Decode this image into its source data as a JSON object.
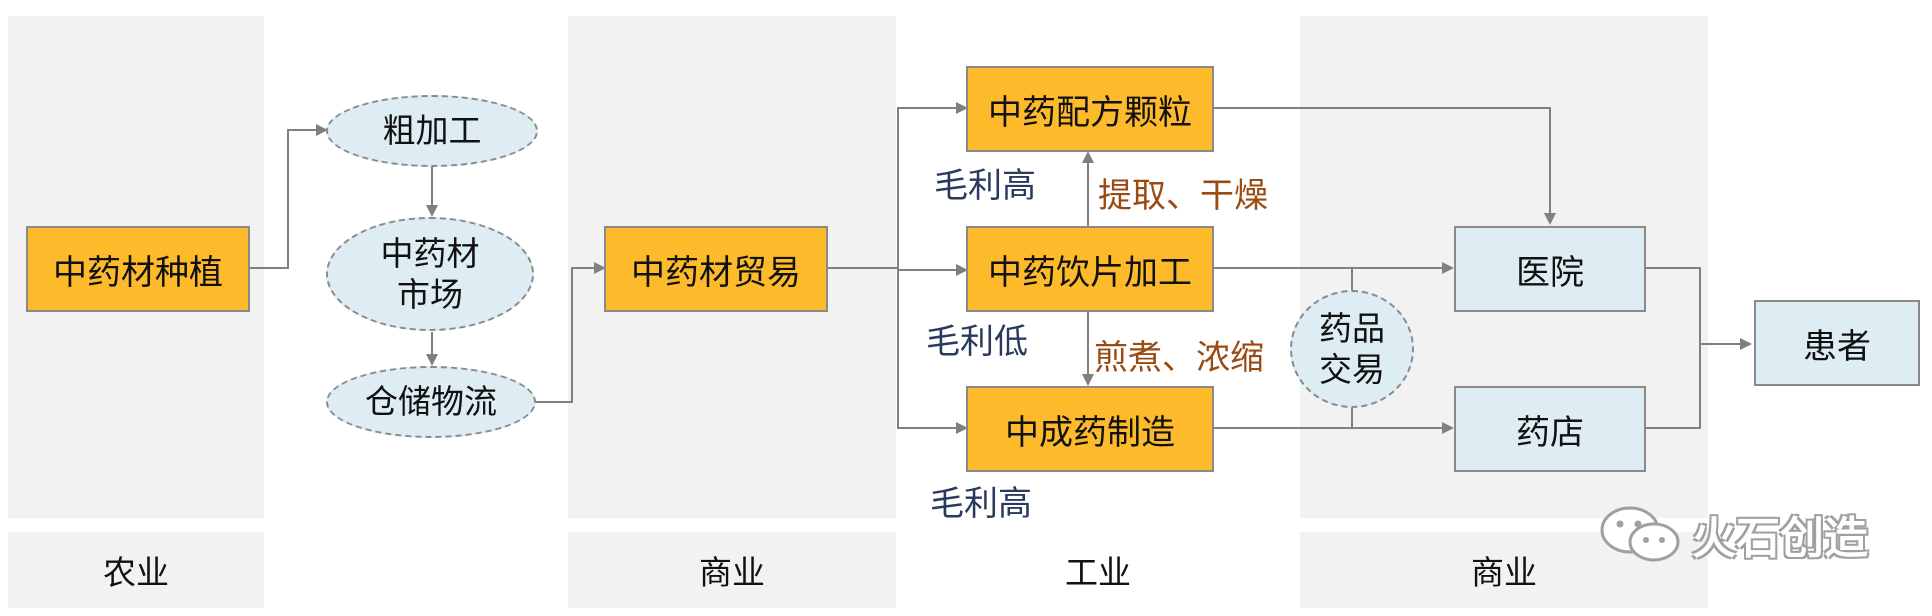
{
  "sectors": [
    "农业",
    "商业",
    "工业",
    "商业"
  ],
  "nodes": {
    "planting": "中药材种植",
    "rough_processing": "粗加工",
    "herb_market": "中药材\n市场",
    "storage_logistics": "仓储物流",
    "herb_trade": "中药材贸易",
    "formula_granules": "中药配方颗粒",
    "decoction_pieces": "中药饮片加工",
    "patent_medicine": "中成药制造",
    "drug_trade": "药品\n交易",
    "hospital": "医院",
    "pharmacy": "药店",
    "patient": "患者"
  },
  "margins": {
    "granules": "毛利高",
    "pieces": "毛利低",
    "patent": "毛利高"
  },
  "processes": {
    "extract_dry": "提取、干燥",
    "decoct_concentrate": "煎煮、浓缩"
  },
  "colors": {
    "orange_box": "#fdbb2c",
    "blue_box": "#ddedf3",
    "zone": "#f2f2f2",
    "margin_text": "#2a3a5e",
    "process_text": "#9a4a12"
  },
  "watermark": {
    "icon": "wechat-icon",
    "text": "火石创造"
  }
}
